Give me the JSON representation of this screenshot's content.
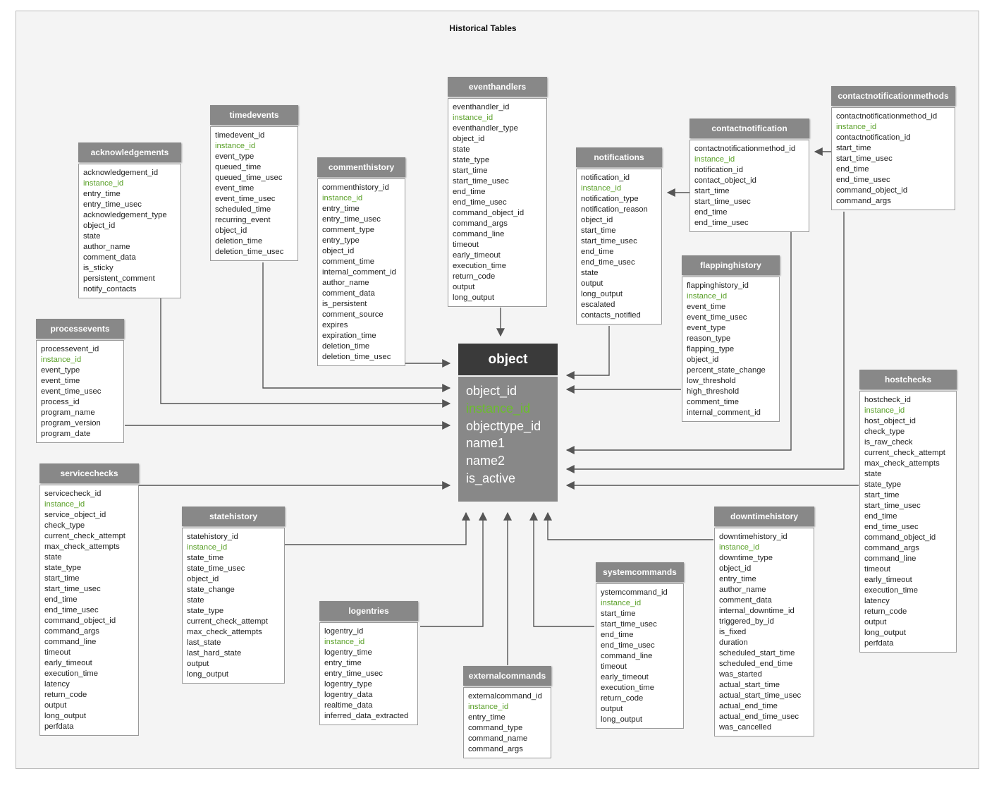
{
  "title": "Historical Tables",
  "colors": {
    "header": "#888888",
    "object_header": "#3a3a3a",
    "highlight": "#5aa028",
    "line": "#555555"
  },
  "object": {
    "title": "object",
    "fields": [
      "object_id",
      "instance_id",
      "objecttype_id",
      "name1",
      "name2",
      "is_active"
    ]
  },
  "tables": {
    "acknowledgements": {
      "title": "acknowledgements",
      "fields": [
        "acknowledgement_id",
        "instance_id",
        "entry_time",
        "entry_time_usec",
        "acknowledgement_type",
        "object_id",
        "state",
        "author_name",
        "comment_data",
        "is_sticky",
        "persistent_comment",
        "notify_contacts"
      ]
    },
    "timedevents": {
      "title": "timedevents",
      "fields": [
        "timedevent_id",
        "instance_id",
        "event_type",
        "queued_time",
        "queued_time_usec",
        "event_time",
        "event_time_usec",
        "scheduled_time",
        "recurring_event",
        "object_id",
        "deletion_time",
        "deletion_time_usec"
      ]
    },
    "commenthistory": {
      "title": "commenthistory",
      "fields": [
        "commenthistory_id",
        "instance_id",
        "entry_time",
        "entry_time_usec",
        "comment_type",
        "entry_type",
        "object_id",
        "comment_time",
        "internal_comment_id",
        "author_name",
        "comment_data",
        "is_persistent",
        "comment_source",
        "expires",
        "expiration_time",
        "deletion_time",
        "deletion_time_usec"
      ]
    },
    "eventhandlers": {
      "title": "eventhandlers",
      "fields": [
        "eventhandler_id",
        "instance_id",
        "eventhandler_type",
        "object_id",
        "state",
        "state_type",
        "start_time",
        "start_time_usec",
        "end_time",
        "end_time_usec",
        "command_object_id",
        "command_args",
        "command_line",
        "timeout",
        "early_timeout",
        "execution_time",
        "return_code",
        "output",
        "long_output"
      ]
    },
    "notifications": {
      "title": "notifications",
      "fields": [
        "notification_id",
        "instance_id",
        "notification_type",
        "notification_reason",
        "object_id",
        "start_time",
        "start_time_usec",
        "end_time",
        "end_time_usec",
        "state",
        "output",
        "long_output",
        "escalated",
        "contacts_notified"
      ]
    },
    "contactnotification": {
      "title": "contactnotification",
      "fields": [
        "contactnotificationmethod_id",
        "instance_id",
        "notification_id",
        "contact_object_id",
        "start_time",
        "start_time_usec",
        "end_time",
        "end_time_usec"
      ]
    },
    "contactnotificationmethods": {
      "title": "contactnotificationmethods",
      "fields": [
        "contactnotificationmethod_id",
        "instance_id",
        "contactnotification_id",
        "start_time",
        "start_time_usec",
        "end_time",
        "end_time_usec",
        "command_object_id",
        "command_args"
      ]
    },
    "flappinghistory": {
      "title": "flappinghistory",
      "fields": [
        "flappinghistory_id",
        "instance_id",
        "event_time",
        "event_time_usec",
        "event_type",
        "reason_type",
        "flapping_type",
        "object_id",
        "percent_state_change",
        "low_threshold",
        "high_threshold",
        "comment_time",
        "internal_comment_id"
      ]
    },
    "processevents": {
      "title": "processevents",
      "fields": [
        "processevent_id",
        "instance_id",
        "event_type",
        "event_time",
        "event_time_usec",
        "process_id",
        "program_name",
        "program_version",
        "program_date"
      ]
    },
    "servicechecks": {
      "title": "servicechecks",
      "fields": [
        "servicecheck_id",
        "instance_id",
        "service_object_id",
        "check_type",
        "current_check_attempt",
        "max_check_attempts",
        "state",
        "state_type",
        "start_time",
        "start_time_usec",
        "end_time",
        "end_time_usec",
        "command_object_id",
        "command_args",
        "command_line",
        "timeout",
        "early_timeout",
        "execution_time",
        "latency",
        "return_code",
        "output",
        "long_output",
        "perfdata"
      ]
    },
    "statehistory": {
      "title": "statehistory",
      "fields": [
        "statehistory_id",
        "instance_id",
        "state_time",
        "state_time_usec",
        "object_id",
        "state_change",
        "state",
        "state_type",
        "current_check_attempt",
        "max_check_attempts",
        "last_state",
        "last_hard_state",
        "output",
        "long_output"
      ]
    },
    "logentries": {
      "title": "logentries",
      "fields": [
        "logentry_id",
        "instance_id",
        "logentry_time",
        "entry_time",
        "entry_time_usec",
        "logentry_type",
        "logentry_data",
        "realtime_data",
        "inferred_data_extracted"
      ]
    },
    "externalcommands": {
      "title": "externalcommands",
      "fields": [
        "externalcommand_id",
        "instance_id",
        "entry_time",
        "command_type",
        "command_name",
        "command_args"
      ]
    },
    "systemcommands": {
      "title": "systemcommands",
      "fields": [
        "ystemcommand_id",
        "instance_id",
        "start_time",
        "start_time_usec",
        "end_time",
        "end_time_usec",
        "command_line",
        "timeout",
        "early_timeout",
        "execution_time",
        "return_code",
        "output",
        "long_output"
      ]
    },
    "downtimehistory": {
      "title": "downtimehistory",
      "fields": [
        "downtimehistory_id",
        "instance_id",
        "downtime_type",
        "object_id",
        "entry_time",
        "author_name",
        "comment_data",
        "internal_downtime_id",
        "triggered_by_id",
        "is_fixed",
        "duration",
        "scheduled_start_time",
        "scheduled_end_time",
        "was_started",
        "actual_start_time",
        "actual_start_time_usec",
        "actual_end_time",
        "actual_end_time_usec",
        "was_cancelled"
      ]
    },
    "hostchecks": {
      "title": "hostchecks",
      "fields": [
        "hostcheck_id",
        "instance_id",
        "host_object_id",
        "check_type",
        "is_raw_check",
        "current_check_attempt",
        "max_check_attempts",
        "state",
        "state_type",
        "start_time",
        "start_time_usec",
        "end_time",
        "end_time_usec",
        "command_object_id",
        "command_args",
        "command_line",
        "timeout",
        "early_timeout",
        "execution_time",
        "latency",
        "return_code",
        "output",
        "long_output",
        "perfdata"
      ]
    }
  }
}
